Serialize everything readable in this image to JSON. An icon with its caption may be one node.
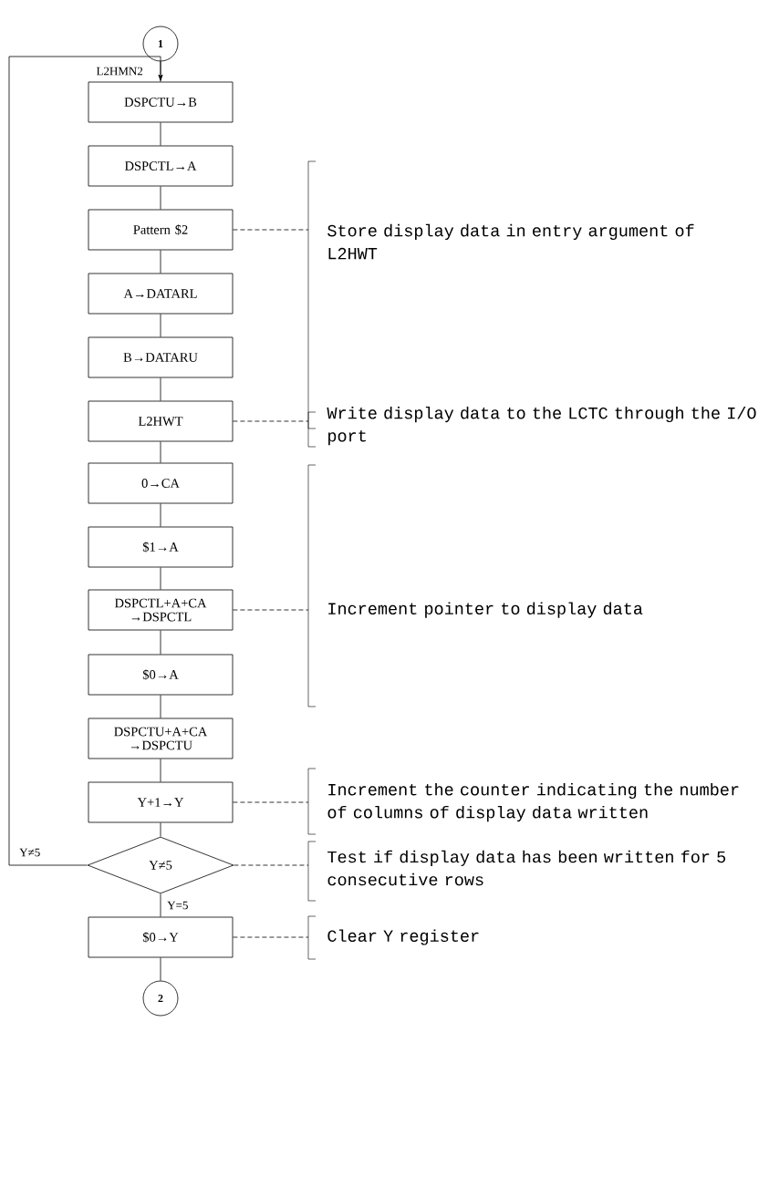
{
  "diagram": {
    "nodes": [
      {
        "text": [
          "1"
        ]
      },
      {
        "text": [
          "DSPCTU→B"
        ]
      },
      {
        "text": [
          "DSPCTL→A"
        ]
      },
      {
        "text": [
          "Pattern $2"
        ]
      },
      {
        "text": [
          "A→DATARL"
        ]
      },
      {
        "text": [
          "B→DATARU"
        ]
      },
      {
        "text": [
          "L2HWT"
        ]
      },
      {
        "text": [
          "0→CA"
        ]
      },
      {
        "text": [
          "$1→A"
        ]
      },
      {
        "text": [
          "DSPCTL+A+CA →DSPCTL"
        ]
      },
      {
        "text": [
          "$0→A"
        ]
      },
      {
        "text": [
          "DSPCTU+A+CA →DSPCTU"
        ]
      },
      {
        "text": [
          "Y+1→Y"
        ]
      },
      {
        "text": [
          "Y≠5"
        ]
      },
      {
        "text": [
          "$0→Y"
        ]
      },
      {
        "text": [
          "2"
        ]
      },
      {
        "text": [
          "Store display data in entry argument of L2HWT"
        ]
      },
      {
        "text": [
          "Write display data to the LCTC through the I/O port"
        ]
      },
      {
        "text": [
          "Increment pointer to display data"
        ]
      },
      {
        "text": [
          "Increment the counter indicating the number of columns of display data written"
        ]
      },
      {
        "text": [
          "Test if display data has been written for 5 consecutive rows"
        ]
      },
      {
        "text": [
          "Clear Y register"
        ]
      }
    ],
    "edges": [
      {
        "from": 0,
        "to": 1,
        "arrow": "none"
      },
      {
        "from": 1,
        "to": 2,
        "arrow": "none"
      },
      {
        "from": 2,
        "to": 3,
        "arrow": "none"
      },
      {
        "from": 3,
        "to": 4,
        "arrow": "none"
      },
      {
        "from": 4,
        "to": 5,
        "arrow": "none"
      },
      {
        "from": 5,
        "to": 6,
        "arrow": "none"
      },
      {
        "from": 6,
        "to": 7,
        "arrow": "none"
      },
      {
        "from": 7,
        "to": 8,
        "arrow": "none"
      },
      {
        "from": 8,
        "to": 9,
        "arrow": "none"
      },
      {
        "from": 9,
        "to": 10,
        "arrow": "none"
      },
      {
        "from": 10,
        "to": 11,
        "arrow": "none"
      },
      {
        "from": 11,
        "to": 12,
        "arrow": "none"
      },
      {
        "from": 12,
        "to": 13,
        "arrow": "none"
      },
      {
        "from": 13,
        "to": 14,
        "arrow": "none",
        "label": "Y=5"
      },
      {
        "from": 14,
        "to": 15,
        "arrow": "none"
      },
      {
        "from": 13,
        "to": 1,
        "arrow": "to",
        "label": "Y≠5"
      },
      {
        "from": 3,
        "to": 16,
        "arrow": "none",
        "style": "dashed"
      },
      {
        "from": 6,
        "to": 17,
        "arrow": "none",
        "style": "dashed"
      },
      {
        "from": 9,
        "to": 18,
        "arrow": "none",
        "style": "dashed"
      },
      {
        "from": 12,
        "to": 19,
        "arrow": "none",
        "style": "dashed"
      },
      {
        "from": 13,
        "to": 20,
        "arrow": "none",
        "style": "dashed"
      },
      {
        "from": 14,
        "to": 21,
        "arrow": "none",
        "style": "dashed"
      }
    ],
    "labels": [
      "L2HMN2"
    ]
  }
}
